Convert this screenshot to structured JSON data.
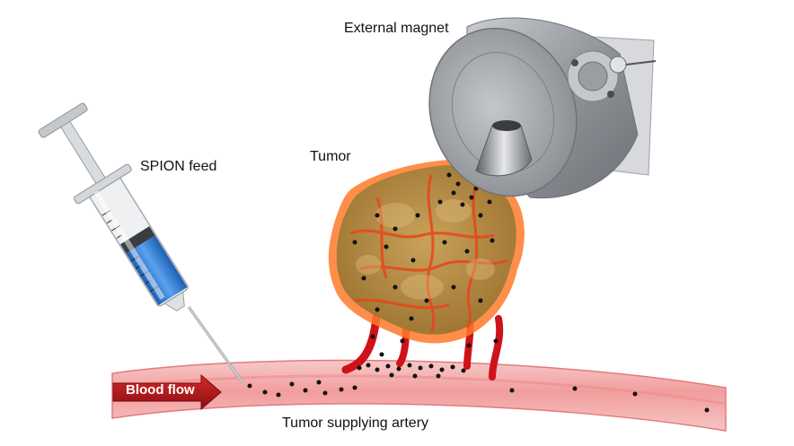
{
  "labels": {
    "external_magnet": "External magnet",
    "spion_feed": "SPION feed",
    "tumor": "Tumor",
    "artery": "Tumor supplying artery",
    "blood_flow": "Blood flow"
  },
  "colors": {
    "artery": "#f3a8a8",
    "artery_edge": "#e06a6a",
    "vessel": "#d0141c",
    "tumor": "#b48a3c",
    "tumor_halo": "#ff6a1a",
    "particle": "#111111",
    "syringe_fluid": "#2f7fd6",
    "magnet_body": "#9a9ea3",
    "arrow": "#b0121a"
  },
  "icons": {
    "syringe": "syringe-icon",
    "magnet": "magnet-icon",
    "tumor": "tumor-icon"
  }
}
